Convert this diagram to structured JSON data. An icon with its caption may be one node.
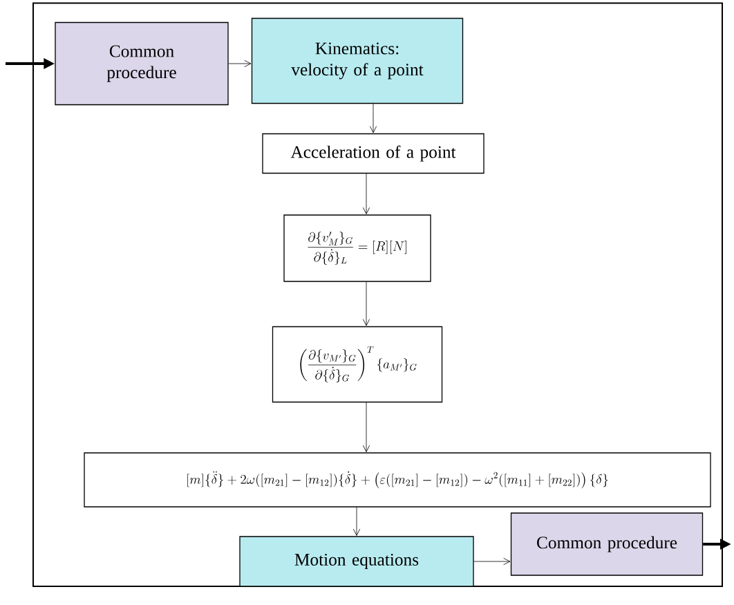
{
  "diagram": {
    "nodes": [
      {
        "text": [],
        "shape": "box"
      },
      {
        "text": [
          "Common procedure"
        ],
        "in": 0
      },
      {
        "text": [
          "Kinematics: velocity of a point"
        ],
        "in": 0
      },
      {
        "text": [
          "Acceleration of a point"
        ],
        "in": 0
      },
      {
        "text": [
          "\\frac{\\partial\\{v'_{M}\\}_{G}}{\\partial\\{\\dot{\\delta}\\}_{L}}=[R][N]"
        ],
        "in": 0
      },
      {
        "text": [
          "\\left(\\frac{\\partial\\{v_{M'}\\}_{G}}{\\partial\\{\\dot{\\delta}\\}_{G}}\\right)^{T}\\{a_{M'}\\}_{G}"
        ],
        "in": 0
      },
      {
        "text": [
          "[m]\\{\\ddot{\\delta}\\}+2\\omega([m_{21}]-[m_{12}])\\{\\dot{\\delta}\\}+\\left(\\varepsilon([m_{21}]-[m_{12}])-\\omega^{2}([m_{11}]+[m_{22}])\\right)\\{\\delta\\}"
        ],
        "in": 0
      },
      {
        "text": [
          "Motion equations"
        ],
        "in": 0
      },
      {
        "text": [
          "Common procedure"
        ],
        "in": 0
      }
    ],
    "edges": [
      {
        "from": null,
        "to": 1,
        "arrow": "to",
        "style": "thick"
      },
      {
        "from": 1,
        "to": 2,
        "arrow": "to"
      },
      {
        "from": 2,
        "to": 3,
        "arrow": "to"
      },
      {
        "from": 3,
        "to": 4,
        "arrow": "to"
      },
      {
        "from": 4,
        "to": 5,
        "arrow": "to"
      },
      {
        "from": 5,
        "to": 6,
        "arrow": "to"
      },
      {
        "from": 6,
        "to": 7,
        "arrow": "to"
      },
      {
        "from": 7,
        "to": 8,
        "arrow": "to"
      },
      {
        "from": 8,
        "to": null,
        "arrow": "to",
        "style": "thick"
      }
    ]
  }
}
